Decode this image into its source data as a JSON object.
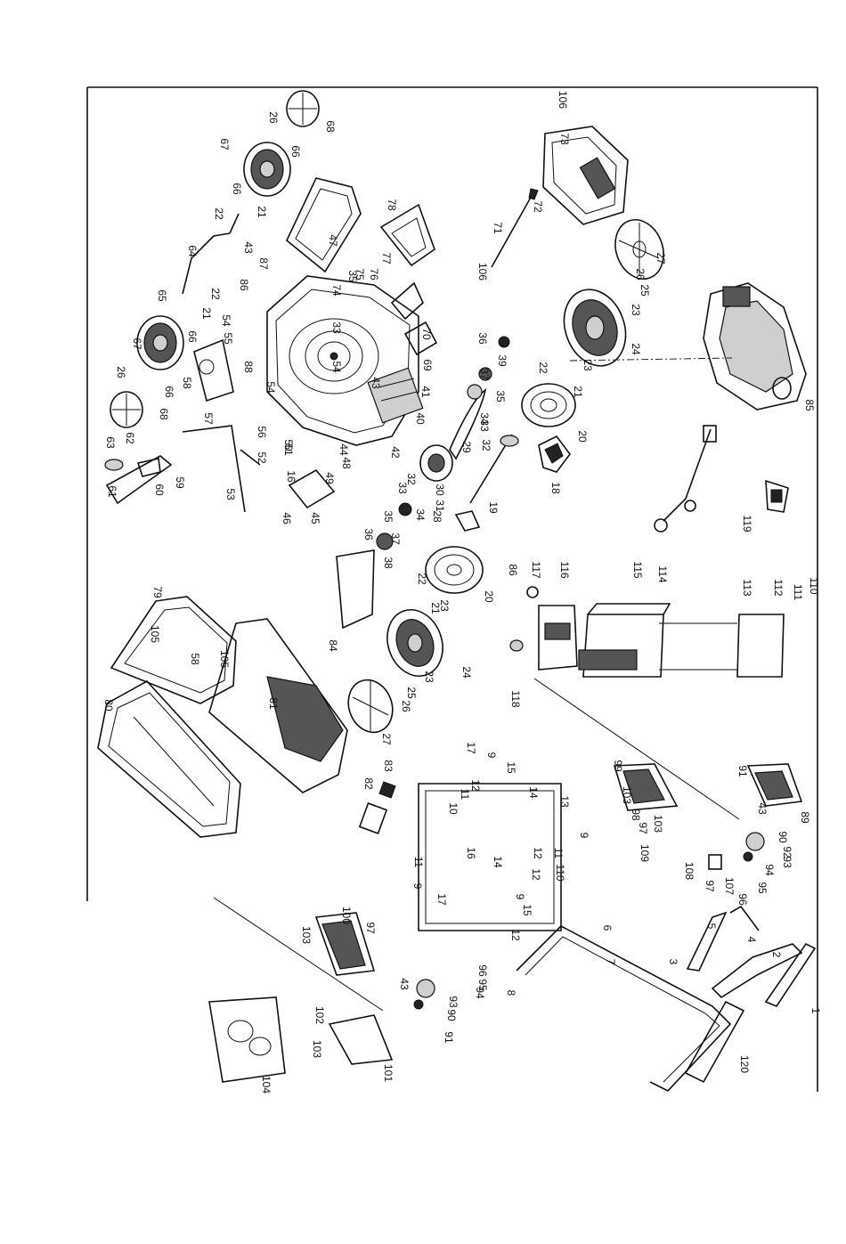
{
  "diagram": {
    "labels": [
      "106",
      "73",
      "72",
      "71",
      "106",
      "27",
      "26",
      "25",
      "23",
      "85",
      "24",
      "23",
      "21",
      "22",
      "20",
      "18",
      "19",
      "68",
      "26",
      "66",
      "67",
      "66",
      "21",
      "22",
      "43",
      "64",
      "65",
      "22",
      "21",
      "66",
      "67",
      "66",
      "26",
      "68",
      "63",
      "62",
      "61",
      "60",
      "59",
      "58",
      "57",
      "56",
      "55",
      "54",
      "87",
      "86",
      "54",
      "54",
      "88",
      "47",
      "78",
      "77",
      "76",
      "75",
      "74",
      "35",
      "33",
      "70",
      "69",
      "41",
      "43",
      "44",
      "40",
      "42",
      "52",
      "53",
      "50",
      "51",
      "48",
      "49",
      "16",
      "45",
      "46",
      "36",
      "39",
      "37",
      "35",
      "34",
      "33",
      "32",
      "29",
      "30",
      "31",
      "32",
      "33",
      "28",
      "34",
      "35",
      "36",
      "37",
      "38",
      "22",
      "21",
      "23",
      "20",
      "24",
      "23",
      "25",
      "26",
      "27",
      "84",
      "79",
      "105",
      "58",
      "105",
      "80",
      "81",
      "83",
      "82",
      "86",
      "117",
      "116",
      "115",
      "114",
      "119",
      "118",
      "113",
      "112",
      "111",
      "110",
      "99",
      "103",
      "98",
      "97",
      "103",
      "109",
      "108",
      "97",
      "107",
      "91",
      "43",
      "90",
      "92",
      "93",
      "94",
      "95",
      "96",
      "89",
      "5",
      "4",
      "2",
      "1",
      "120",
      "17",
      "9",
      "15",
      "12",
      "11",
      "10",
      "14",
      "13",
      "16",
      "9",
      "12",
      "11",
      "110",
      "14",
      "12",
      "11",
      "9",
      "17",
      "9",
      "15",
      "12",
      "6",
      "7",
      "3",
      "8",
      "100",
      "97",
      "103",
      "96",
      "95",
      "94",
      "43",
      "93",
      "90",
      "91",
      "102",
      "103",
      "101",
      "104"
    ]
  }
}
